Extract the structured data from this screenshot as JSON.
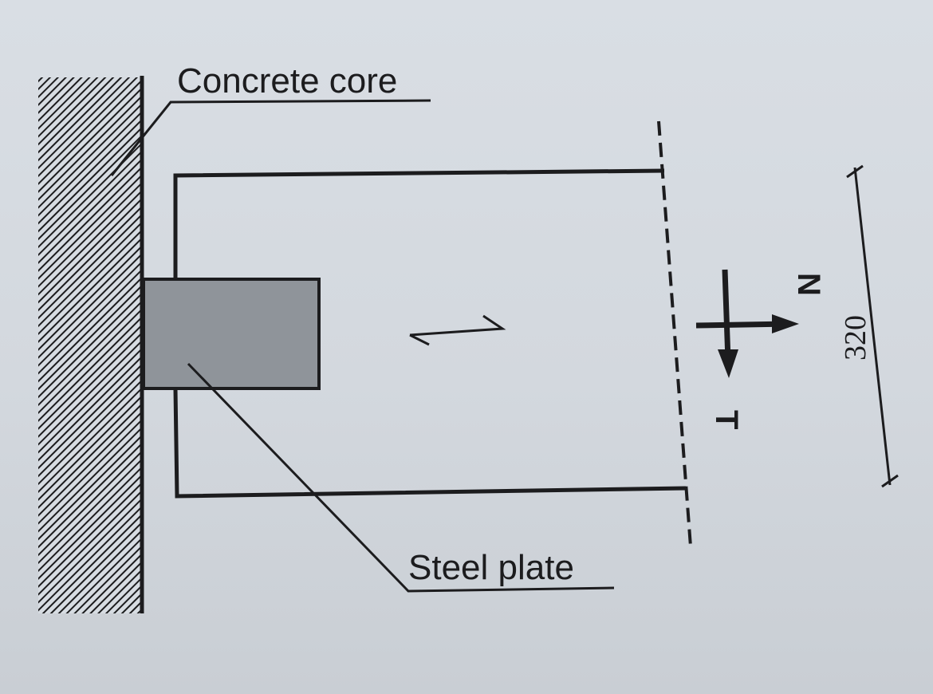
{
  "labels": {
    "concrete_core": "Concrete core",
    "steel_plate": "Steel plate",
    "axis_n": "N",
    "axis_t": "T",
    "dimension": "320"
  },
  "colors": {
    "line": "#1c1c1e",
    "steel_plate_fill": "#8f949a",
    "hatch": "#1c1c1e"
  }
}
